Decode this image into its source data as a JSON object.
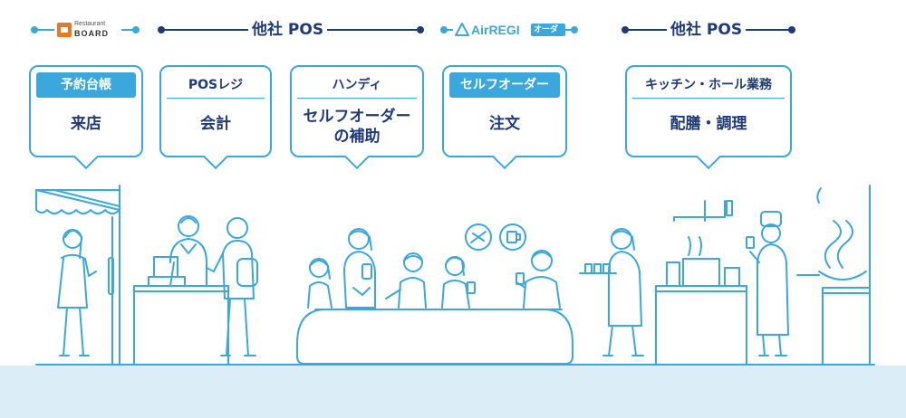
{
  "headers": [
    {
      "label": "Restaurant BOARD",
      "logo_top": "Restaurant",
      "logo_bottom": "BOARD"
    },
    {
      "label": "他社 POS"
    },
    {
      "label": "AirREGI オーダー",
      "logo_main": "AirREGI",
      "logo_badge": "オーダー"
    },
    {
      "label": "他社 POS"
    }
  ],
  "cards": [
    {
      "tag": "予約台帳",
      "action": "来店",
      "tag_filled": true
    },
    {
      "tag": "POSレジ",
      "action": "会計",
      "tag_filled": false
    },
    {
      "tag": "ハンディ",
      "action": "セルフオーダーの補助",
      "action_line1": "セルフオーダー",
      "action_line2": "の補助",
      "tag_filled": false
    },
    {
      "tag": "セルフオーダー",
      "action": "注文",
      "tag_filled": true
    },
    {
      "tag": "キッチン・ホール業務",
      "action": "配膳・調理",
      "tag_filled": false
    }
  ],
  "colors": {
    "line": "#3aa8dd",
    "navy": "#1e3a78",
    "floor": "#dbeef8",
    "accent": "#3aa8dd"
  }
}
